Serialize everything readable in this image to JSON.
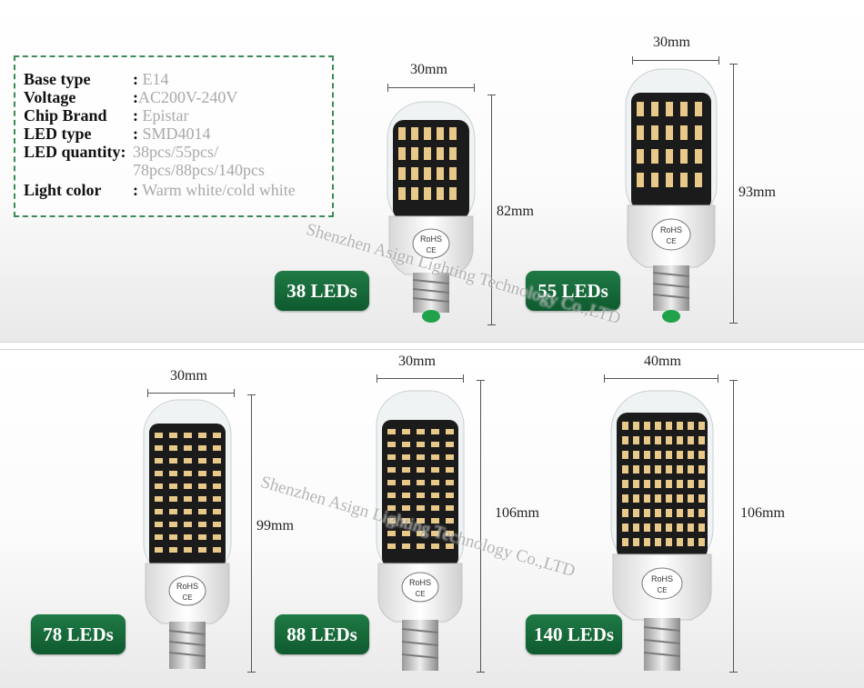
{
  "specs": {
    "base_type": {
      "label": "Base type",
      "value": "E14"
    },
    "voltage": {
      "label": "Voltage",
      "value": "AC200V-240V"
    },
    "chip_brand": {
      "label": "Chip  Brand",
      "value": "Epistar"
    },
    "led_type": {
      "label": "LED type",
      "value": "SMD4014"
    },
    "led_quantity": {
      "label": "LED quantity:",
      "value_line1": "38pcs/55pcs/",
      "value_line2": "78pcs/88pcs/140pcs"
    },
    "light_color": {
      "label": "Light color",
      "value": "Warm white/cold white"
    }
  },
  "watermark": "Shenzhen Asign Lighting Technology Co.,LTD",
  "bulbs": [
    {
      "badge": "38 LEDs",
      "width_label": "30mm",
      "height_label": "82mm",
      "rohs": "RoHS",
      "ce": "CE"
    },
    {
      "badge": "55 LEDs",
      "width_label": "30mm",
      "height_label": "93mm",
      "rohs": "RoHS",
      "ce": "CE"
    },
    {
      "badge": "78 LEDs",
      "width_label": "30mm",
      "height_label": "99mm",
      "rohs": "RoHS",
      "ce": "CE"
    },
    {
      "badge": "88 LEDs",
      "width_label": "30mm",
      "height_label": "106mm",
      "rohs": "RoHS",
      "ce": "CE"
    },
    {
      "badge": "140 LEDs",
      "width_label": "40mm",
      "height_label": "106mm",
      "rohs": "RoHS",
      "ce": "CE"
    }
  ],
  "colors": {
    "badge_green": "#166b3a",
    "spec_border": "#3b8a57",
    "spec_value": "#a9a9a9",
    "led_chip": "#e8c98a",
    "base_metal": "#bdbdbd",
    "base_tip": "#1fa24a"
  }
}
